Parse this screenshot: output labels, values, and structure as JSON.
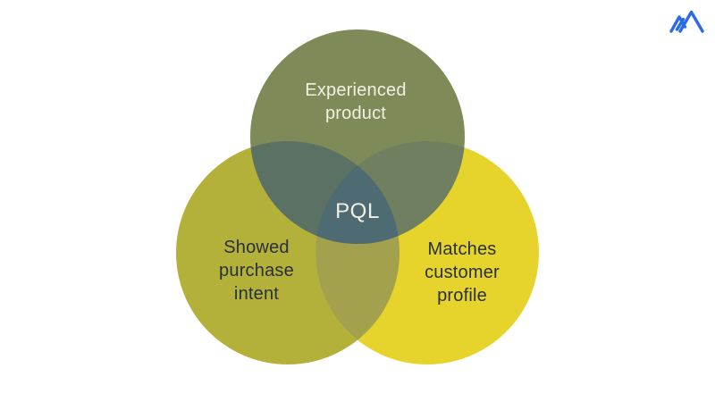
{
  "page": {
    "background_color": "#ffffff"
  },
  "logo": {
    "icon": "mountain-logo-icon",
    "color": "#2a6ae9"
  },
  "diagram": {
    "type": "venn",
    "center": {
      "label": "PQL",
      "text_color": "#f2f0e3"
    },
    "circles": [
      {
        "id": "experienced-product",
        "label": "Experienced\nproduct",
        "color": "#7e8b58",
        "text_color": "#f2f0e3"
      },
      {
        "id": "showed-purchase-intent",
        "label": "Showed\npurchase\nintent",
        "color": "#b4b13a",
        "text_color": "#28303c"
      },
      {
        "id": "matches-customer-profile",
        "label": "Matches\ncustomer\nprofile",
        "color": "#e6d42c",
        "text_color": "#28303c"
      }
    ],
    "overlaps": {
      "experienced_showed": "#5b7164",
      "experienced_matches": "#6f7f60",
      "showed_matches": "#a3a14e",
      "all_three": "#4e6a72"
    }
  }
}
